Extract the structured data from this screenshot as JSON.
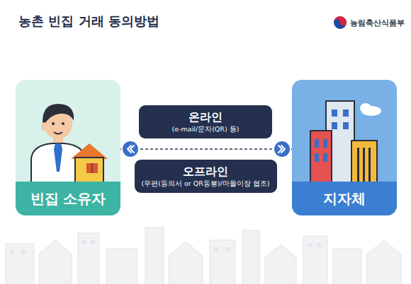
{
  "diagram": {
    "title": "농촌 빈집 거래 동의방법",
    "nodes": [
      {
        "text": [
          "빈집 소유자"
        ]
      },
      {
        "text": [
          "온라인",
          "(e-mail/문자(QR) 등)"
        ]
      },
      {
        "text": [
          "오프라인",
          "(우편(동의서 or QR동봉)/마을이장 협조)"
        ]
      },
      {
        "text": [
          "지자체"
        ]
      }
    ],
    "edges": [
      {
        "from": 0,
        "to": 3,
        "arrow": "both"
      }
    ],
    "labels": [
      "농림축산식품부"
    ]
  }
}
